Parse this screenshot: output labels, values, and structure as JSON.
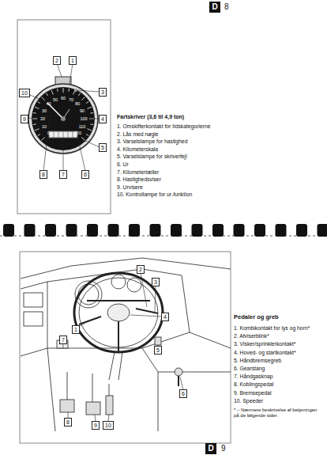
{
  "diagram": {
    "nodes": [
      {
        "text": [
          "D"
        ]
      },
      {
        "text": [
          "1"
        ]
      },
      {
        "text": [
          "2"
        ]
      },
      {
        "text": [
          "3"
        ]
      },
      {
        "text": [
          "4"
        ]
      },
      {
        "text": [
          "5"
        ]
      },
      {
        "text": [
          "6"
        ]
      },
      {
        "text": [
          "7"
        ]
      },
      {
        "text": [
          "8"
        ]
      },
      {
        "text": [
          "9"
        ]
      },
      {
        "text": [
          "10"
        ]
      },
      {
        "text": [
          "1"
        ]
      },
      {
        "text": [
          "2"
        ]
      },
      {
        "text": [
          "3"
        ]
      },
      {
        "text": [
          "4"
        ]
      },
      {
        "text": [
          "5"
        ]
      },
      {
        "text": [
          "6"
        ]
      },
      {
        "text": [
          "7"
        ]
      },
      {
        "text": [
          "8"
        ]
      },
      {
        "text": [
          "9"
        ]
      },
      {
        "text": [
          "10"
        ]
      },
      {
        "text": [
          "D"
        ]
      }
    ],
    "labels": [
      "8",
      "0",
      "10",
      "20",
      "30",
      "40",
      "50",
      "60",
      "70",
      "80",
      "90",
      "100",
      "110",
      "120",
      "Fartskriver (3,6 til 4,9 ton)",
      "1. Omskifterkontakt for tidskategorierne",
      "2. Lås med nøgle",
      "3. Varselslampe for hastighed",
      "4. Kilometerskala",
      "5. Varselslampe for skriverfejl",
      "6. Ur",
      "7. Kilometertæller",
      "8. Hastighedsviser",
      "9. Urvisere",
      "10. Kontrollampe for ur-funktion",
      "Pedaler og greb",
      "1. Kombikontakt for lys og horn*",
      "2. Afviserblink*",
      "3. Visker/sprinklerkontakt*",
      "4. Hoved- og startkontakt*",
      "5. Håndbremsegreb",
      "6. Gearstang",
      "7. Håndgasknap",
      "8. Koblingspedal",
      "9. Bremsepedal",
      "10. Speeder",
      "* – Nærmere beskrivelse af betjeningen på de følgende sider.",
      "9"
    ]
  }
}
